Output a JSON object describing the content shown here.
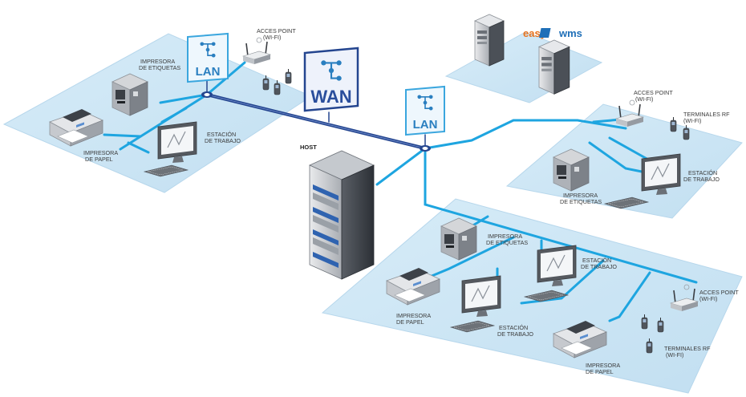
{
  "brand": {
    "prefix": "easy",
    "suffix": "wms",
    "mark": "N",
    "color_prefix": "#e8731e",
    "color_suffix": "#1f6fb8"
  },
  "colors": {
    "platform": "#cfe6f4",
    "platform_edge": "#a9cfe6",
    "link": "#1ea5e0",
    "backbone": "#24458f"
  },
  "badges": {
    "lan_left": "LAN",
    "wan": "WAN",
    "lan_right": "LAN"
  },
  "labels": {
    "host": "HOST",
    "left": {
      "ap": [
        "ACCES POINT",
        "(WI-FI)"
      ],
      "label_printer": [
        "IMPRESORA",
        "DE ETIQUETAS"
      ],
      "workstation": [
        "ESTACIÓN",
        "DE TRABAJO"
      ],
      "paper_printer": [
        "IMPRESORA",
        "DE PAPEL"
      ]
    },
    "right_top": {
      "ap": [
        "ACCES POINT",
        "(WI-FI)"
      ],
      "terminals": [
        "TERMINALES RF",
        "(WI-FI)"
      ],
      "workstation": [
        "ESTACIÓN",
        "DE TRABAJO"
      ],
      "label_printer": [
        "IMPRESORA",
        "DE ETIQUETAS"
      ]
    },
    "bottom": {
      "label_printer": [
        "IMPRESORA",
        "DE ETIQUETAS"
      ],
      "workstation_top": [
        "ESTACIÓN",
        "DE TRABAJO"
      ],
      "ap": [
        "ACCES POINT",
        "(WI-FI)"
      ],
      "paper_printer_left": [
        "IMPRESORA",
        "DE PAPEL"
      ],
      "workstation_mid": [
        "ESTACIÓN",
        "DE TRABAJO"
      ],
      "terminals": [
        "TERMINALES RF",
        "(WI-FI)"
      ],
      "paper_printer_right": [
        "IMPRESORA",
        "DE PAPEL"
      ]
    }
  },
  "icons": [
    "lan-icon",
    "wan-icon",
    "server-tower-icon",
    "host-rack-icon",
    "printer-icon",
    "label-printer-icon",
    "monitor-icon",
    "keyboard-icon",
    "access-point-icon",
    "handheld-terminal-icon"
  ]
}
